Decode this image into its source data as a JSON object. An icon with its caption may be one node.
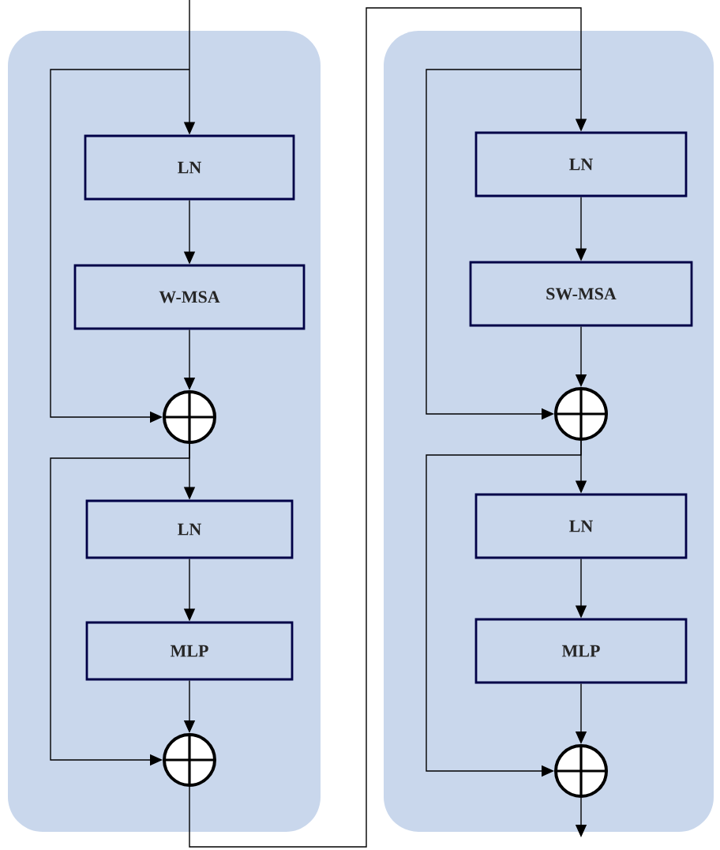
{
  "diagram": {
    "nodes": [
      {
        "text": [],
        "shape": "box"
      },
      {
        "text": [
          "LN"
        ],
        "in": 0
      },
      {
        "text": [
          "W-MSA"
        ],
        "in": 0
      },
      {
        "text": [],
        "shape": "circle",
        "in": 0
      },
      {
        "text": [
          "LN"
        ],
        "in": 0
      },
      {
        "text": [
          "MLP"
        ],
        "in": 0
      },
      {
        "text": [],
        "shape": "circle",
        "in": 0
      },
      {
        "text": [],
        "shape": "box"
      },
      {
        "text": [
          "LN"
        ],
        "in": 7
      },
      {
        "text": [
          "SW-MSA"
        ],
        "in": 7
      },
      {
        "text": [],
        "shape": "circle",
        "in": 7
      },
      {
        "text": [
          "LN"
        ],
        "in": 7
      },
      {
        "text": [
          "MLP"
        ],
        "in": 7
      },
      {
        "text": [],
        "shape": "circle",
        "in": 7
      }
    ],
    "edges": [
      {
        "from": null,
        "to": 1,
        "arrow": "to"
      },
      {
        "from": 1,
        "to": 2,
        "arrow": "to"
      },
      {
        "from": 2,
        "to": 3,
        "arrow": "to"
      },
      {
        "from": null,
        "to": 3,
        "arrow": "to"
      },
      {
        "from": 3,
        "to": 4,
        "arrow": "to"
      },
      {
        "from": 4,
        "to": 5,
        "arrow": "to"
      },
      {
        "from": 5,
        "to": 6,
        "arrow": "to"
      },
      {
        "from": 3,
        "to": 6,
        "arrow": "to"
      },
      {
        "from": 6,
        "to": 8,
        "arrow": "to"
      },
      {
        "from": 8,
        "to": 9,
        "arrow": "to"
      },
      {
        "from": 9,
        "to": 10,
        "arrow": "to"
      },
      {
        "from": null,
        "to": 10,
        "arrow": "to"
      },
      {
        "from": 10,
        "to": 11,
        "arrow": "to"
      },
      {
        "from": 11,
        "to": 12,
        "arrow": "to"
      },
      {
        "from": 12,
        "to": 13,
        "arrow": "to"
      },
      {
        "from": 10,
        "to": 13,
        "arrow": "to"
      },
      {
        "from": 13,
        "to": null,
        "arrow": "to"
      }
    ]
  }
}
